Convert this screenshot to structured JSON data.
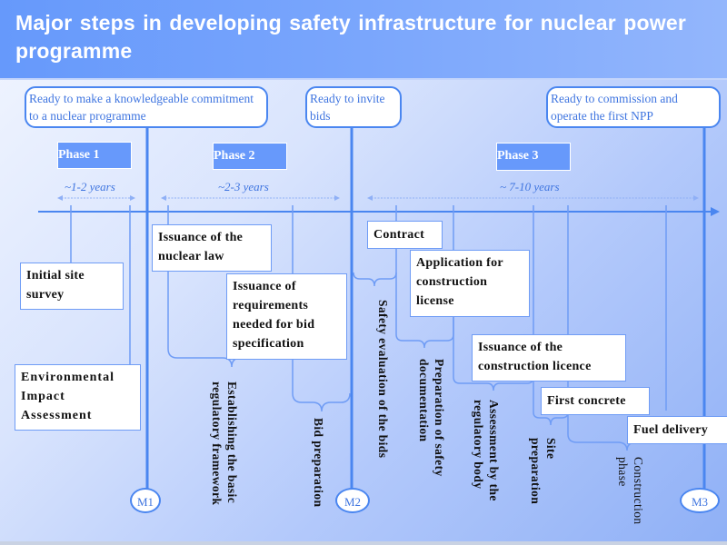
{
  "title": "Major steps in developing safety infrastructure for nuclear power programme",
  "colors": {
    "accent": "#4a86f0",
    "title_bar": "#6699fb",
    "phase_tag": "#6799fb",
    "text_dark": "#111111",
    "milestone_text": "#3f75e0"
  },
  "milestones": [
    {
      "id": "M1",
      "label": "Ready to make a knowledgeable commitment to a nuclear programme"
    },
    {
      "id": "M2",
      "label": "Ready to invite bids"
    },
    {
      "id": "M3",
      "label": "Ready to commission and operate the first NPP"
    }
  ],
  "phases": [
    {
      "label": "Phase 1",
      "duration": "~1-2 years"
    },
    {
      "label": "Phase 2",
      "duration": "~2-3 years"
    },
    {
      "label": "Phase 3",
      "duration": "~ 7-10 years"
    }
  ],
  "events": [
    {
      "label": "Initial site survey"
    },
    {
      "label": "Environmental Impact Assessment"
    },
    {
      "label": "Issuance of the nuclear law"
    },
    {
      "label": "Issuance of requirements needed for bid specification"
    },
    {
      "label": "Contract"
    },
    {
      "label": "Application for construction license"
    },
    {
      "label": "Issuance of the construction licence"
    },
    {
      "label": "First concrete"
    },
    {
      "label": "Fuel delivery"
    }
  ],
  "activities": [
    {
      "label": "Establishing the basic regulatory framework"
    },
    {
      "label": "Bid preparation"
    },
    {
      "label": "Safety evaluation of the bids"
    },
    {
      "label": "Preparation of safety documentation"
    },
    {
      "label": "Assessment by the regulatory body"
    },
    {
      "label": "Site preparation"
    },
    {
      "label": "Construction phase"
    }
  ]
}
